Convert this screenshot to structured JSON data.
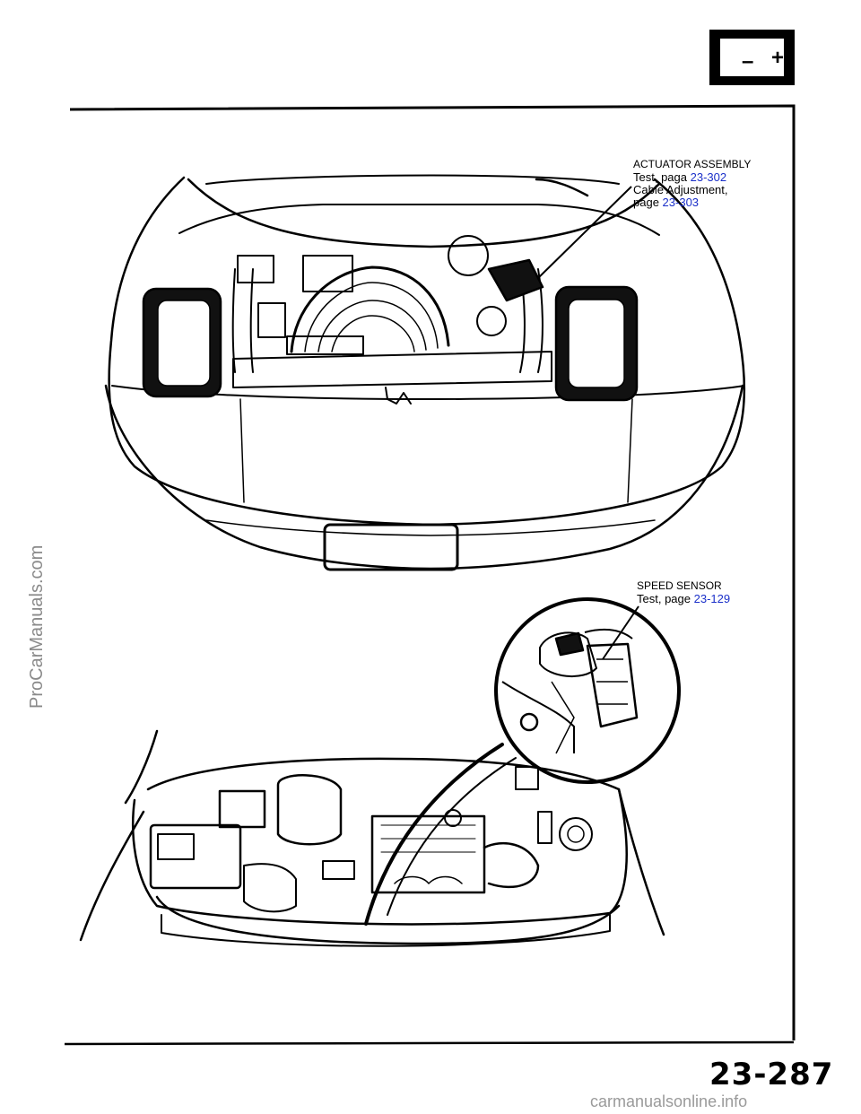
{
  "side_watermark": "ProCarManuals.com",
  "bottom_watermark": "carmanualsonline.info",
  "page_number": "23-287",
  "icons": {
    "battery": "battery-icon"
  },
  "callouts": {
    "actuator": {
      "title": "ACTUATOR ASSEMBLY",
      "test_prefix": "Test, paga ",
      "test_page": "23-302",
      "cable_label": "Cable Adjustment,",
      "cable_prefix": "page ",
      "cable_page": "23-303"
    },
    "speed_sensor": {
      "title": "SPEED SENSOR",
      "test_prefix": "Test, page ",
      "test_page": "23-129"
    }
  }
}
